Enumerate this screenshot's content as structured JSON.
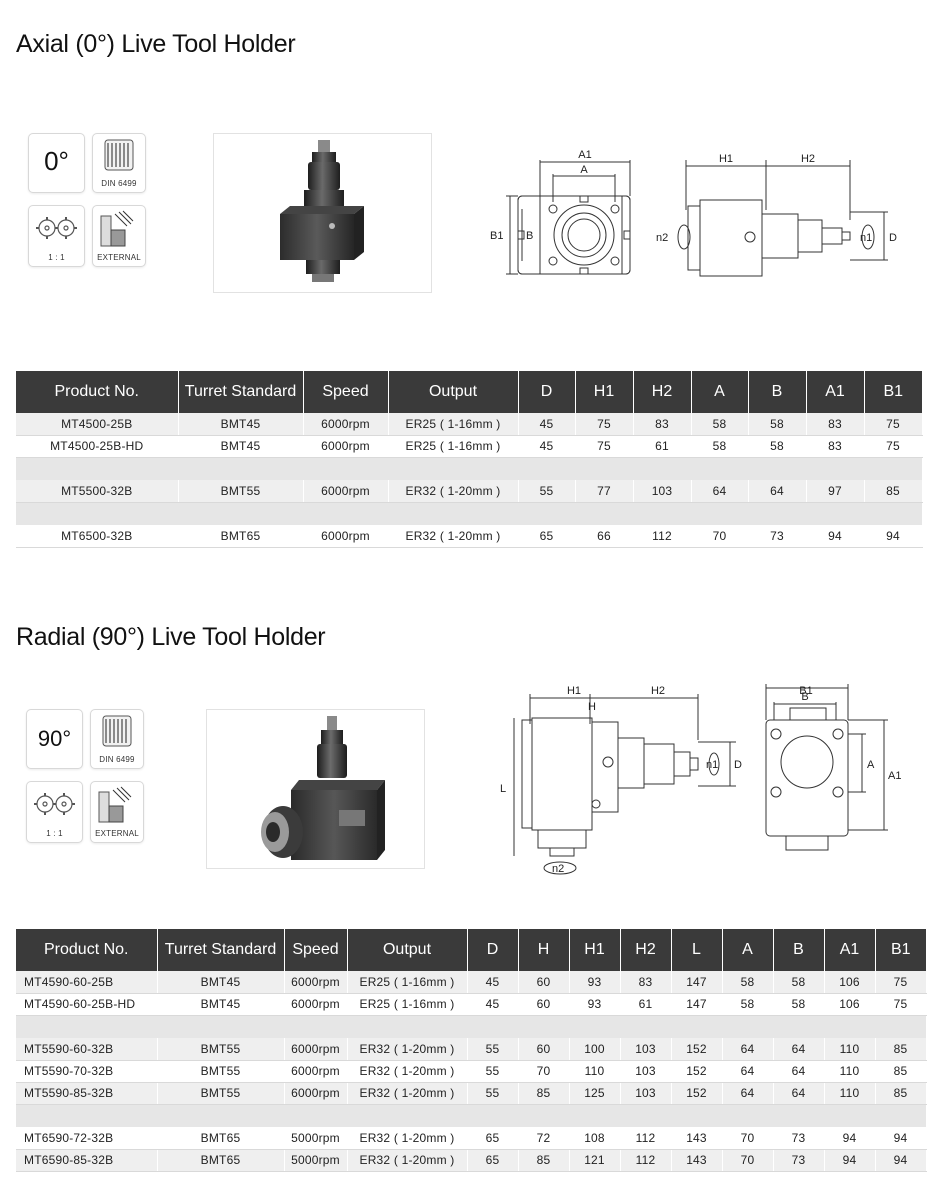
{
  "axial": {
    "title": "Axial  (0°) Live Tool Holder",
    "angle": "0°",
    "din_caption": "DIN 6499",
    "ratio_caption": "1 : 1",
    "external_caption": "EXTERNAL",
    "labels": {
      "A1": "A1",
      "A": "A",
      "B": "B",
      "B1": "B1",
      "H1": "H1",
      "H2": "H2",
      "n1": "n1",
      "n2": "n2",
      "D": "D"
    },
    "columns": [
      "Product No.",
      "Turret Standard",
      "Speed",
      "Output",
      "D",
      "H1",
      "H2",
      "A",
      "B",
      "A1",
      "B1"
    ],
    "rows": [
      {
        "type": "data",
        "cells": [
          "MT4500-25B",
          "BMT45",
          "6000rpm",
          "ER25 ( 1-16mm )",
          "45",
          "75",
          "83",
          "58",
          "58",
          "83",
          "75"
        ]
      },
      {
        "type": "data",
        "cells": [
          "MT4500-25B-HD",
          "BMT45",
          "6000rpm",
          "ER25 ( 1-16mm )",
          "45",
          "75",
          "61",
          "58",
          "58",
          "83",
          "75"
        ]
      },
      {
        "type": "gap"
      },
      {
        "type": "data",
        "cells": [
          "MT5500-32B",
          "BMT55",
          "6000rpm",
          "ER32 ( 1-20mm )",
          "55",
          "77",
          "103",
          "64",
          "64",
          "97",
          "85"
        ]
      },
      {
        "type": "gap"
      },
      {
        "type": "data",
        "cells": [
          "MT6500-32B",
          "BMT65",
          "6000rpm",
          "ER32 ( 1-20mm )",
          "65",
          "66",
          "112",
          "70",
          "73",
          "94",
          "94"
        ]
      }
    ]
  },
  "radial": {
    "title": "Radial (90°) Live Tool Holder",
    "angle": "90°",
    "din_caption": "DIN 6499",
    "ratio_caption": "1 : 1",
    "external_caption": "EXTERNAL",
    "labels": {
      "H1": "H1",
      "H2": "H2",
      "H": "H",
      "L": "L",
      "n1": "n1",
      "n2": "n2",
      "D": "D",
      "B1": "B1",
      "B": "B",
      "A": "A",
      "A1": "A1"
    },
    "columns": [
      "Product No.",
      "Turret Standard",
      "Speed",
      "Output",
      "D",
      "H",
      "H1",
      "H2",
      "L",
      "A",
      "B",
      "A1",
      "B1"
    ],
    "rows": [
      {
        "type": "data",
        "cells": [
          "MT4590-60-25B",
          "BMT45",
          "6000rpm",
          "ER25 ( 1-16mm )",
          "45",
          "60",
          "93",
          "83",
          "147",
          "58",
          "58",
          "106",
          "75"
        ]
      },
      {
        "type": "data",
        "cells": [
          "MT4590-60-25B-HD",
          "BMT45",
          "6000rpm",
          "ER25 ( 1-16mm )",
          "45",
          "60",
          "93",
          "61",
          "147",
          "58",
          "58",
          "106",
          "75"
        ]
      },
      {
        "type": "gap"
      },
      {
        "type": "data",
        "cells": [
          "MT5590-60-32B",
          "BMT55",
          "6000rpm",
          "ER32 ( 1-20mm )",
          "55",
          "60",
          "100",
          "103",
          "152",
          "64",
          "64",
          "110",
          "85"
        ]
      },
      {
        "type": "data",
        "cells": [
          "MT5590-70-32B",
          "BMT55",
          "6000rpm",
          "ER32 ( 1-20mm )",
          "55",
          "70",
          "110",
          "103",
          "152",
          "64",
          "64",
          "110",
          "85"
        ]
      },
      {
        "type": "data",
        "cells": [
          "MT5590-85-32B",
          "BMT55",
          "6000rpm",
          "ER32 ( 1-20mm )",
          "55",
          "85",
          "125",
          "103",
          "152",
          "64",
          "64",
          "110",
          "85"
        ]
      },
      {
        "type": "gap"
      },
      {
        "type": "data",
        "cells": [
          "MT6590-72-32B",
          "BMT65",
          "5000rpm",
          "ER32 ( 1-20mm )",
          "65",
          "72",
          "108",
          "112",
          "143",
          "70",
          "73",
          "94",
          "94"
        ]
      },
      {
        "type": "data",
        "cells": [
          "MT6590-85-32B",
          "BMT65",
          "5000rpm",
          "ER32 ( 1-20mm )",
          "65",
          "85",
          "121",
          "112",
          "143",
          "70",
          "73",
          "94",
          "94"
        ]
      }
    ]
  }
}
